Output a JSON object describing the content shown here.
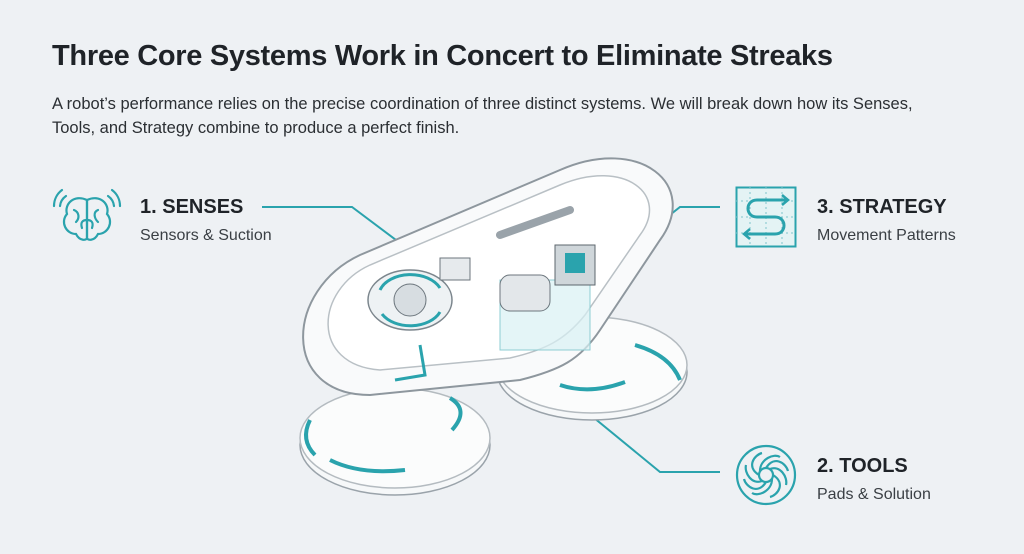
{
  "title": "Three Core Systems Work in Concert to Eliminate Streaks",
  "subtitle": "A robot’s performance relies on the precise coordination of three distinct systems. We will break down how its Senses, Tools, and Strategy combine to produce a perfect finish.",
  "systems": [
    {
      "heading": "1. SENSES",
      "caption": "Sensors & Suction",
      "icon": "brain-signal-icon"
    },
    {
      "heading": "2. TOOLS",
      "caption": "Pads & Solution",
      "icon": "spiral-pad-icon"
    },
    {
      "heading": "3. STRATEGY",
      "caption": "Movement Patterns",
      "icon": "s-path-grid-icon"
    }
  ],
  "colors": {
    "accent": "#2aa3ad",
    "background": "#eef1f4",
    "text": "#1f2328"
  }
}
